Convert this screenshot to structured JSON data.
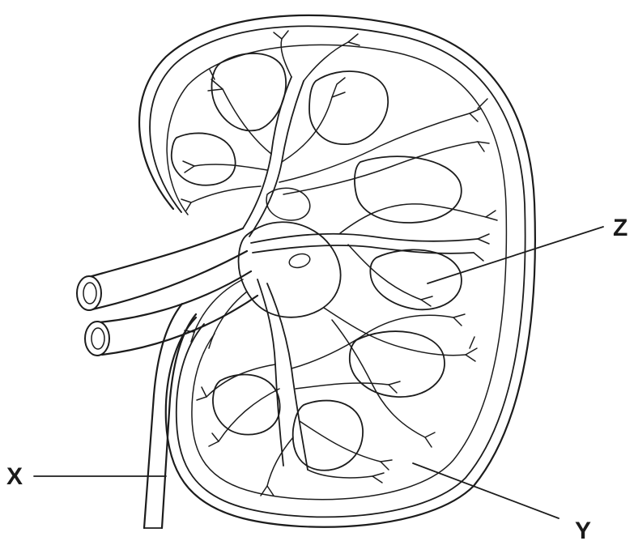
{
  "labels": {
    "x": "X",
    "y": "Y",
    "z": "Z"
  }
}
